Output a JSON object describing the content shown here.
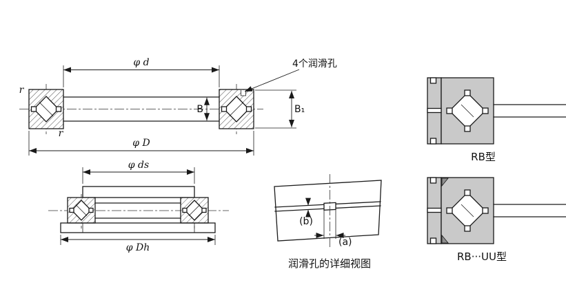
{
  "colors": {
    "line": "#1a1a1a",
    "section_gray": "#c9c9c9",
    "background": "#ffffff"
  },
  "front_view": {
    "dim_bore": "φ d",
    "dim_outer": "φ D",
    "dim_width": "B",
    "dim_width1": "B₁",
    "radius_outer": "r",
    "radius_inner": "r",
    "lube_note": "4个润滑孔"
  },
  "mounted_view": {
    "dim_shaft": "φ ds",
    "dim_housing": "φ Dh"
  },
  "lube_detail": {
    "dim_depth": "(b)",
    "dim_diameter": "(a)",
    "caption": "润滑孔的详细视图"
  },
  "rb_view": {
    "caption": "RB型"
  },
  "rb_uu_view": {
    "caption": "RB···UU型"
  }
}
